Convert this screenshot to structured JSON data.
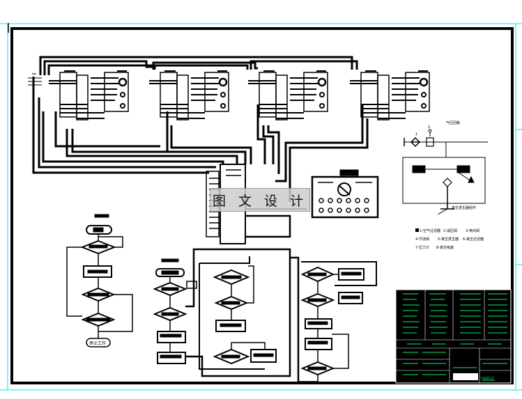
{
  "watermark": "图 文 设 计",
  "pneumatic": {
    "title": "气压回路",
    "port1": "1",
    "port2": "2",
    "caption": "真空发生器组件",
    "legend": [
      "1-空气过滤器",
      "2-减压阀",
      "3-换向阀",
      "4-节流阀",
      "5-真空发生器",
      "6-真空过滤器",
      "7-压力计",
      "8-真空吸盘"
    ]
  },
  "flowchart": {
    "end_label": "停止工作"
  },
  "colors": {
    "line": "#000000",
    "border_cyan": "#00e5ee",
    "titleblock_green": "#00c853",
    "titleblock_bg": "#000000",
    "watermark_bg": "#cdcdcd"
  },
  "title_block": {
    "code": "DRRTLT"
  }
}
